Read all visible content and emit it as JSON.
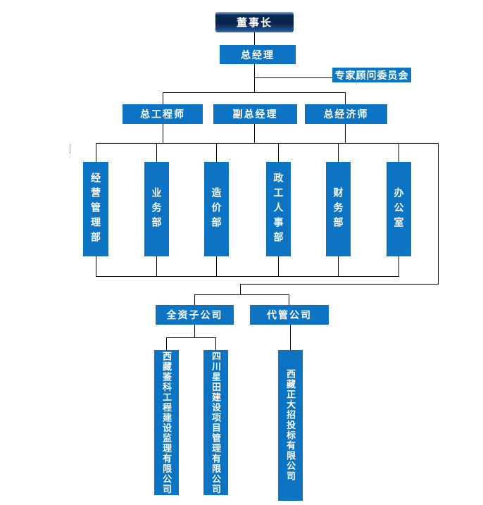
{
  "colors": {
    "box_blue": "#0c74c2",
    "chairman_gradient_top": "#7fb2e1",
    "chairman_gradient_dark": "#0a2a52",
    "chairman_gradient_bottom": "#3f76ad",
    "line": "#000000",
    "text": "#ffffff"
  },
  "nodes": {
    "chairman": "董事长",
    "general_manager": "总经理",
    "advisory_committee": "专家顾问委员会",
    "chief_engineer": "总工程师",
    "deputy_general_manager": "副总经理",
    "chief_economist": "总经济师",
    "departments": [
      "经营管理部",
      "业务部",
      "造价部",
      "政工人事部",
      "财务部",
      "办公室"
    ],
    "subsidiary_group": "全资子公司",
    "managed_group": "代管公司",
    "companies": [
      "西藏鉴科工程建设监理有限公司",
      "四川星田建设项目管理有限公司",
      "西藏正大招投标有限公司"
    ]
  }
}
